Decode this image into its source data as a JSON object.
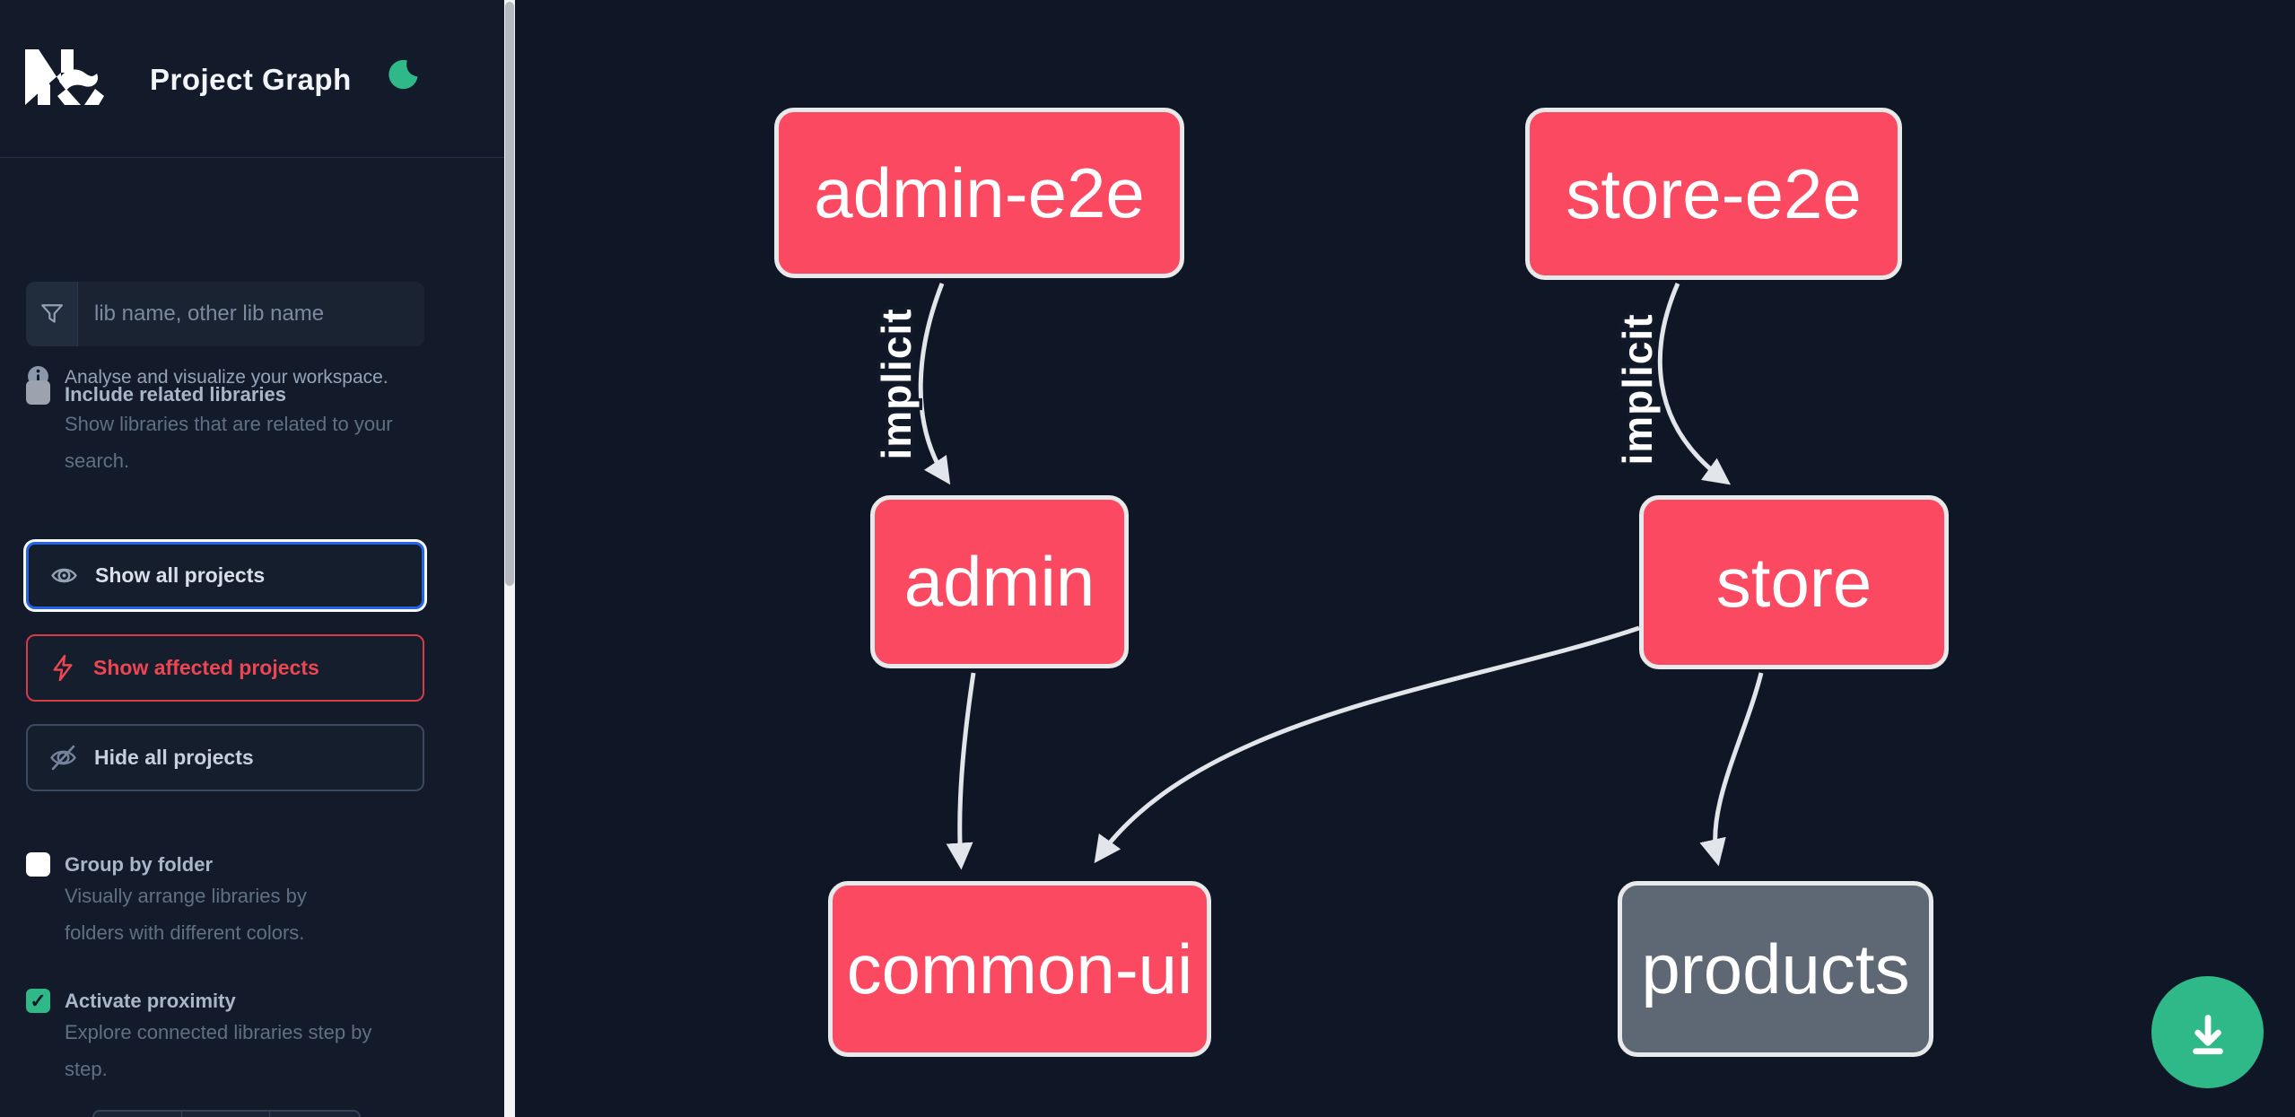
{
  "header": {
    "title": "Project Graph"
  },
  "sidebar": {
    "tagline": "Analyse and visualize your workspace.",
    "search": {
      "placeholder": "lib name, other lib name",
      "value": ""
    },
    "include_related": {
      "label": "Include related libraries",
      "description": "Show libraries that are related to your search.",
      "checked": false
    },
    "actions": {
      "show_all": "Show all projects",
      "show_affected": "Show affected projects",
      "hide_all": "Hide all projects"
    },
    "group_by_folder": {
      "label": "Group by folder",
      "description": "Visually arrange libraries by folders with different colors.",
      "checked": false
    },
    "activate_proximity": {
      "label": "Activate proximity",
      "description": "Explore connected libraries step by step.",
      "checked": true,
      "checkmark": "✓"
    }
  },
  "graph": {
    "edge_label": "implicit",
    "nodes": {
      "admin_e2e": "admin-e2e",
      "store_e2e": "store-e2e",
      "admin": "admin",
      "store": "store",
      "common_ui": "common-ui",
      "products": "products"
    }
  },
  "colors": {
    "affected_node": "#fa4961",
    "normal_node": "#5e6774",
    "accent_green": "#30b988",
    "focus_blue": "#2563eb",
    "affected_red": "#ee4553",
    "edge": "#e2e5e9"
  }
}
